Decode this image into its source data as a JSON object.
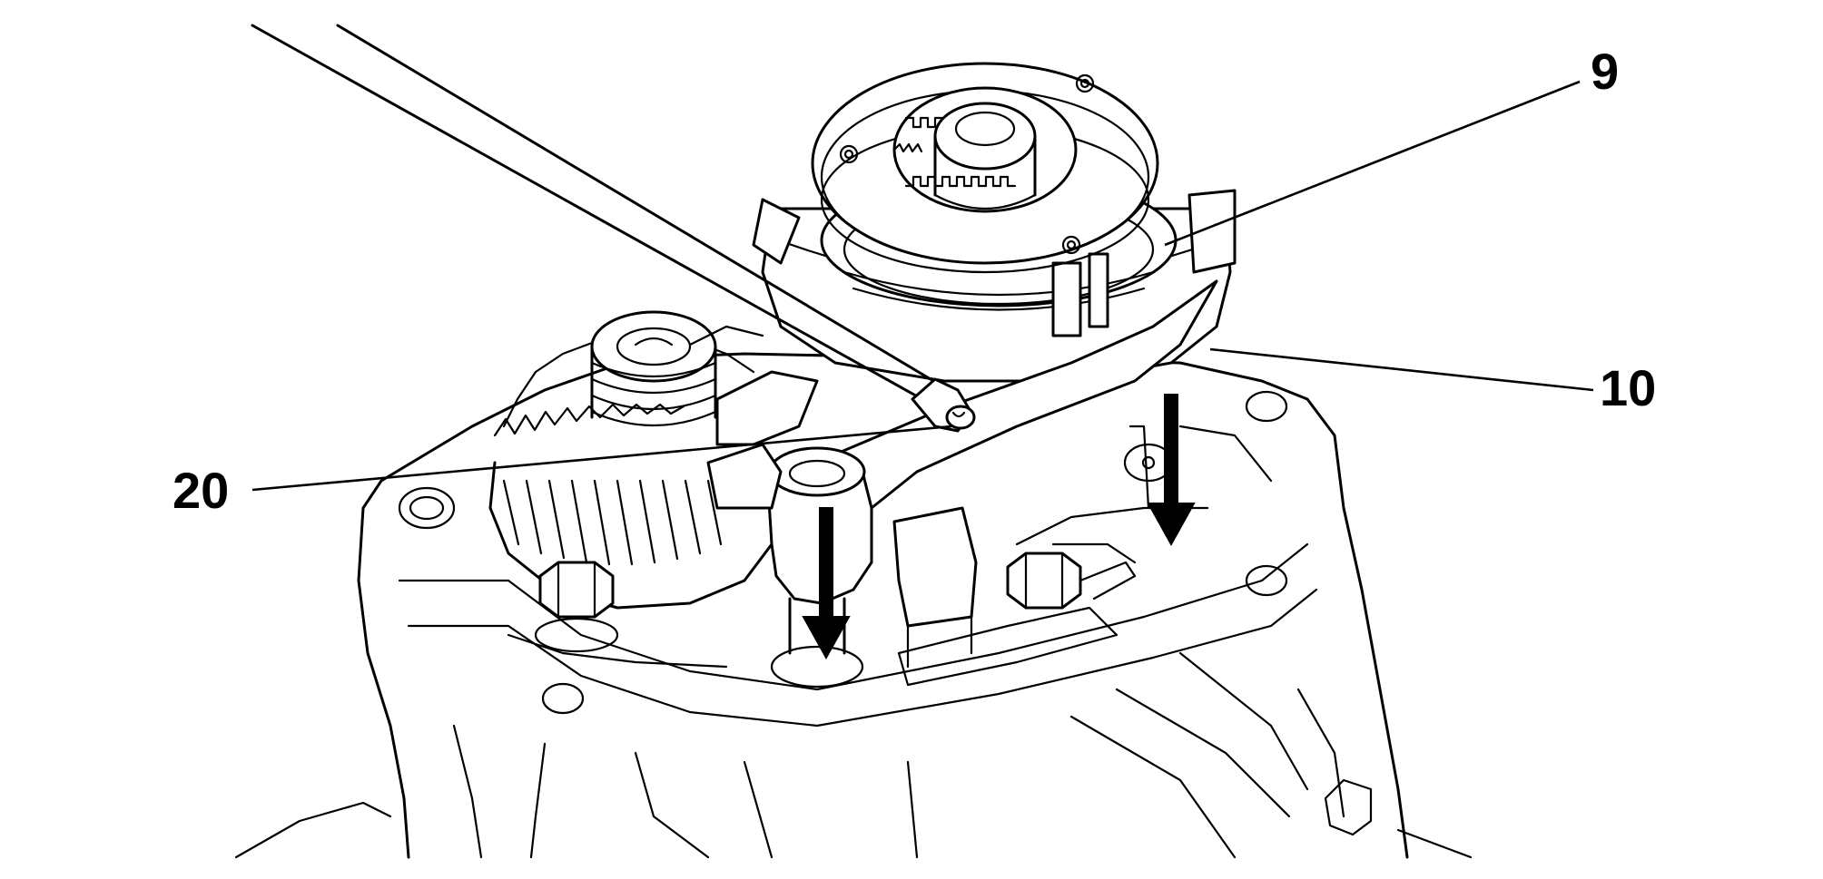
{
  "figure": {
    "theme": {
      "line_color": "#000000",
      "background": "#ffffff"
    },
    "callouts": [
      {
        "id": "part-9",
        "label": "9"
      },
      {
        "id": "part-10",
        "label": "10"
      },
      {
        "id": "part-20",
        "label": "20"
      }
    ],
    "arrows": [
      {
        "id": "press-down-left",
        "direction": "down"
      },
      {
        "id": "press-down-right",
        "direction": "down"
      }
    ]
  }
}
